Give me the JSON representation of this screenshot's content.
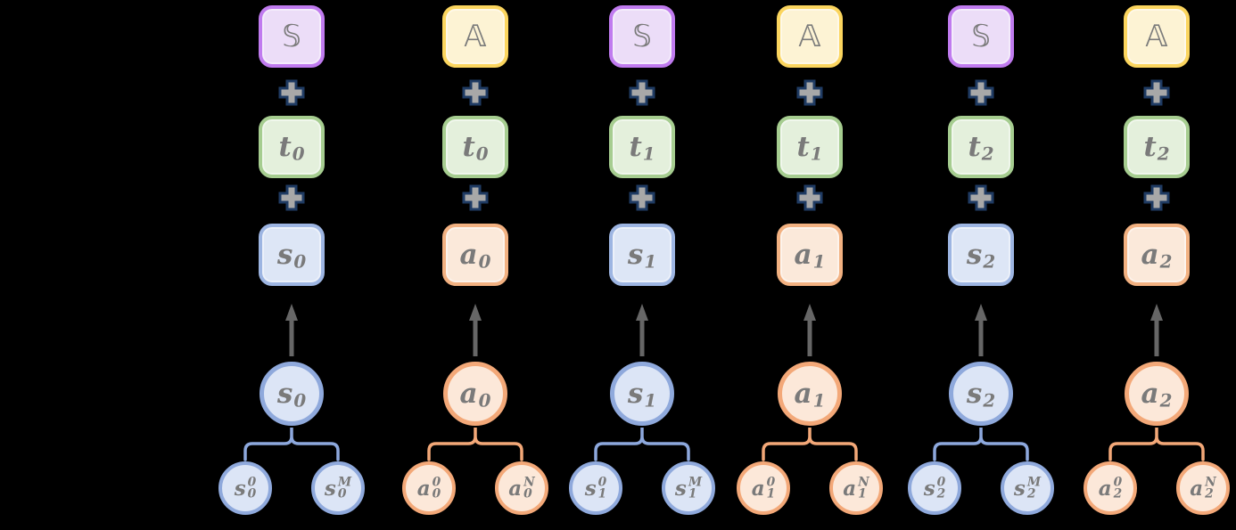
{
  "diagram": {
    "description_visible_text_only": true,
    "icons": {
      "plus-icon": "+",
      "up-arrow-icon": "↑",
      "brace-connector": "curly-brace"
    },
    "colors": {
      "background": "#000000",
      "state_type_border": "#c07bef",
      "state_type_fill": "#ecddf8",
      "action_type_border": "#fbd55e",
      "action_type_fill": "#fdf3d4",
      "time_border": "#a6cd90",
      "time_fill": "#e4f0dc",
      "state_border": "#8fa9dc",
      "state_fill": "#dde6f6",
      "action_border": "#f3a878",
      "action_fill": "#fbe9da",
      "plus_fill": "#a8a8a8",
      "plus_outline": "#1f3b63",
      "arrow": "#666666",
      "text": "#7a7a7a"
    },
    "columns": [
      {
        "kind": "state",
        "type_symbol": "𝕊",
        "time": {
          "base": "t",
          "sub": "0"
        },
        "token": {
          "base": "s",
          "sub": "0"
        },
        "aggregate": {
          "base": "s",
          "sub": "0"
        },
        "subtokens": [
          {
            "base": "s",
            "sub": "0",
            "sup": "0"
          },
          {
            "base": "s",
            "sub": "0",
            "sup": "M"
          }
        ]
      },
      {
        "kind": "action",
        "type_symbol": "𝔸",
        "time": {
          "base": "t",
          "sub": "0"
        },
        "token": {
          "base": "a",
          "sub": "0"
        },
        "aggregate": {
          "base": "a",
          "sub": "0"
        },
        "subtokens": [
          {
            "base": "a",
            "sub": "0",
            "sup": "0"
          },
          {
            "base": "a",
            "sub": "0",
            "sup": "N"
          }
        ]
      },
      {
        "kind": "state",
        "type_symbol": "𝕊",
        "time": {
          "base": "t",
          "sub": "1"
        },
        "token": {
          "base": "s",
          "sub": "1"
        },
        "aggregate": {
          "base": "s",
          "sub": "1"
        },
        "subtokens": [
          {
            "base": "s",
            "sub": "1",
            "sup": "0"
          },
          {
            "base": "s",
            "sub": "1",
            "sup": "M"
          }
        ]
      },
      {
        "kind": "action",
        "type_symbol": "𝔸",
        "time": {
          "base": "t",
          "sub": "1"
        },
        "token": {
          "base": "a",
          "sub": "1"
        },
        "aggregate": {
          "base": "a",
          "sub": "1"
        },
        "subtokens": [
          {
            "base": "a",
            "sub": "1",
            "sup": "0"
          },
          {
            "base": "a",
            "sub": "1",
            "sup": "N"
          }
        ]
      },
      {
        "kind": "state",
        "type_symbol": "𝕊",
        "time": {
          "base": "t",
          "sub": "2"
        },
        "token": {
          "base": "s",
          "sub": "2"
        },
        "aggregate": {
          "base": "s",
          "sub": "2"
        },
        "subtokens": [
          {
            "base": "s",
            "sub": "2",
            "sup": "0"
          },
          {
            "base": "s",
            "sub": "2",
            "sup": "M"
          }
        ]
      },
      {
        "kind": "action",
        "type_symbol": "𝔸",
        "time": {
          "base": "t",
          "sub": "2"
        },
        "token": {
          "base": "a",
          "sub": "2"
        },
        "aggregate": {
          "base": "a",
          "sub": "2"
        },
        "subtokens": [
          {
            "base": "a",
            "sub": "2",
            "sup": "0"
          },
          {
            "base": "a",
            "sub": "2",
            "sup": "N"
          }
        ]
      }
    ]
  }
}
